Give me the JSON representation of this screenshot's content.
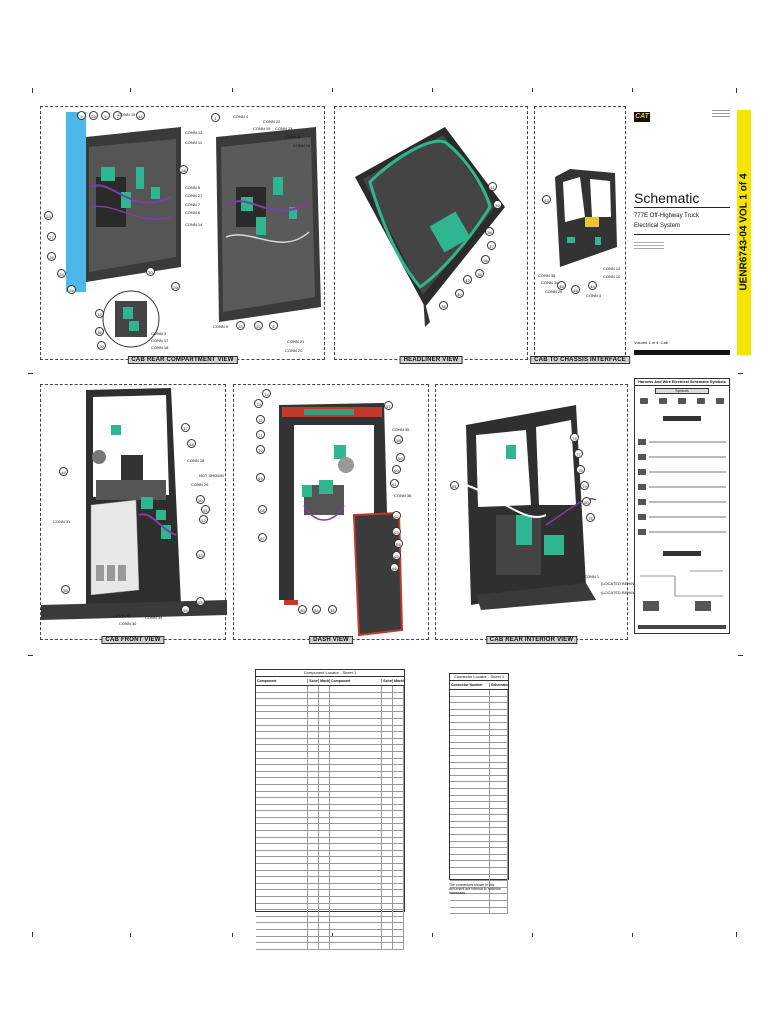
{
  "cover": {
    "logo": "CAT",
    "doc_id": "UENR6743-04 VOL 1 of 4",
    "title": "Schematic",
    "subtitle_line1": "777E Off-Highway Truck",
    "subtitle_line2": "Electrical System",
    "volume": "Volume 1 of 4: Cab"
  },
  "panels": {
    "cab_rear": "CAB REAR COMPARTMENT VIEW",
    "headliner": "HEADLINER VIEW",
    "chassis": "CAB TO CHASSIS INTERFACE",
    "cab_front": "CAB FRONT VIEW",
    "dash": "DASH VIEW",
    "rear_interior": "CAB REAR INTERIOR VIEW"
  },
  "conn_labels": {
    "rear": [
      "CONN 13",
      "CONN 11",
      "CONN 5",
      "CONN 27",
      "CONN 7",
      "CONN 6",
      "CONN 14",
      "CONN 4",
      "CONN 22",
      "CONN 19",
      "CONN 23",
      "CONN 8",
      "CONN 16",
      "CONN 15",
      "CONN 3",
      "CONN 17",
      "CONN 18",
      "CONN 9",
      "CONN 21",
      "CONN 20"
    ],
    "chassis": [
      "CONN 36",
      "CONN 34",
      "CONN 25",
      "CONN 3",
      "CONN 12",
      "CONN 10"
    ],
    "front": [
      "CONN 31",
      "CONN 28",
      "CONN 29",
      "CONN 32",
      "CONN 30",
      "CONN 34"
    ],
    "front_note": "NOT SHOWN",
    "dash": [
      "CONN 35",
      "CONN 36"
    ],
    "rear_int": [
      "CONN 1"
    ],
    "rear_int_note": "(LOCATED BEHIND SEAT)"
  },
  "legend": {
    "title": "Harness And Wire Electrical Schematic Symbols",
    "symbols_label": "Symbols"
  },
  "component_table": {
    "title": "Component Locator - Sheet 1",
    "headers": [
      "Component",
      "Schematic Location",
      "Machine Location",
      "Component",
      "Schematic Location",
      "Machine Location"
    ]
  },
  "connector_table": {
    "title": "Connector Locator - Sheet 1",
    "headers": [
      "Connector Number",
      "Schematic Location"
    ],
    "footnote": "The connectors shown in this document are internal to machine harnesses."
  }
}
